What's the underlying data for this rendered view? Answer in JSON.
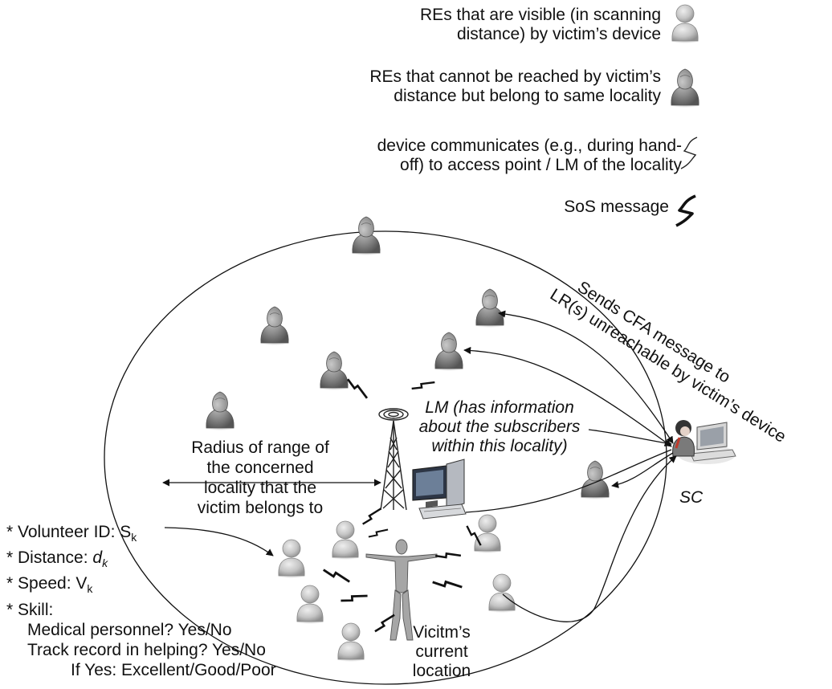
{
  "legend": {
    "visible_re": [
      "REs that are visible (in scanning",
      "distance) by victim’s device"
    ],
    "unreachable_re": [
      "REs that cannot be reached by victim’s",
      "distance but belong to same locality"
    ],
    "device_comm": [
      "device communicates (e.g., during hand-",
      "off) to access point / LM of the locality"
    ],
    "sos": "SoS message"
  },
  "labels": {
    "lm": [
      "LM (has information",
      "about the subscribers",
      "within this locality)"
    ],
    "radius": [
      "Radius of range of",
      "the concerned",
      "locality that the",
      "victim belongs to"
    ],
    "victim": [
      "Vicitm’s",
      "current",
      "location"
    ],
    "sc": "SC",
    "cfa": [
      "Sends CFA message to",
      "LR(s) unreachable by victim’s device"
    ]
  },
  "volunteer": {
    "id_label": "* Volunteer ID:  S",
    "id_sub": "k",
    "distance_label": "* Distance: ",
    "distance_var": "d",
    "distance_sub": "k",
    "speed_label": "* Speed: V",
    "speed_sub": "k",
    "skill": "* Skill:",
    "medical": "Medical personnel? Yes/No",
    "track": "Track record in helping? Yes/No",
    "ifyes": "If Yes: Excellent/Good/Poor"
  },
  "colors": {
    "visible_re": "#b8b8b8",
    "unreachable_re": "#8a8a8a",
    "line": "#111111"
  },
  "icons": {
    "visible_re": "person-light-icon",
    "unreachable_re": "person-dark-icon",
    "tower": "antenna-tower-icon",
    "computer": "computer-icon",
    "victim": "victim-figure-icon",
    "operator": "sc-operator-icon",
    "signal": "lightning-signal-icon"
  }
}
